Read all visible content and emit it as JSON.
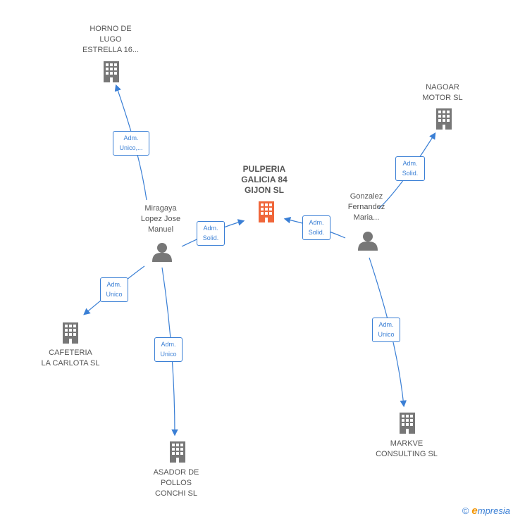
{
  "colors": {
    "edge": "#3a7fd5",
    "main_icon": "#f0663a",
    "icon": "#777777"
  },
  "nodes": {
    "main": {
      "label": "PULPERIA\nGALICIA 84\nGIJON  SL"
    },
    "horno": {
      "label": "HORNO DE\nLUGO\nESTRELLA 16..."
    },
    "nagoar": {
      "label": "NAGOAR\nMOTOR SL"
    },
    "miragaya": {
      "label": "Miragaya\nLopez Jose\nManuel"
    },
    "gonzalez": {
      "label": "Gonzalez\nFernandez\nMaria..."
    },
    "cafeteria": {
      "label": "CAFETERIA\nLA CARLOTA  SL"
    },
    "asador": {
      "label": "ASADOR DE\nPOLLOS\nCONCHI  SL"
    },
    "markve": {
      "label": "MARKVE\nCONSULTING SL"
    }
  },
  "edges": {
    "miragaya_horno": "Adm.\nUnico,...",
    "miragaya_main": "Adm.\nSolid.",
    "gonzalez_main": "Adm.\nSolid.",
    "gonzalez_nagoar": "Adm.\nSolid.",
    "miragaya_cafeteria": "Adm.\nUnico",
    "miragaya_asador": "Adm.\nUnico",
    "gonzalez_markve": "Adm.\nUnico"
  },
  "brand": {
    "copyright": "©",
    "e": "e",
    "rest": "mpresia"
  }
}
